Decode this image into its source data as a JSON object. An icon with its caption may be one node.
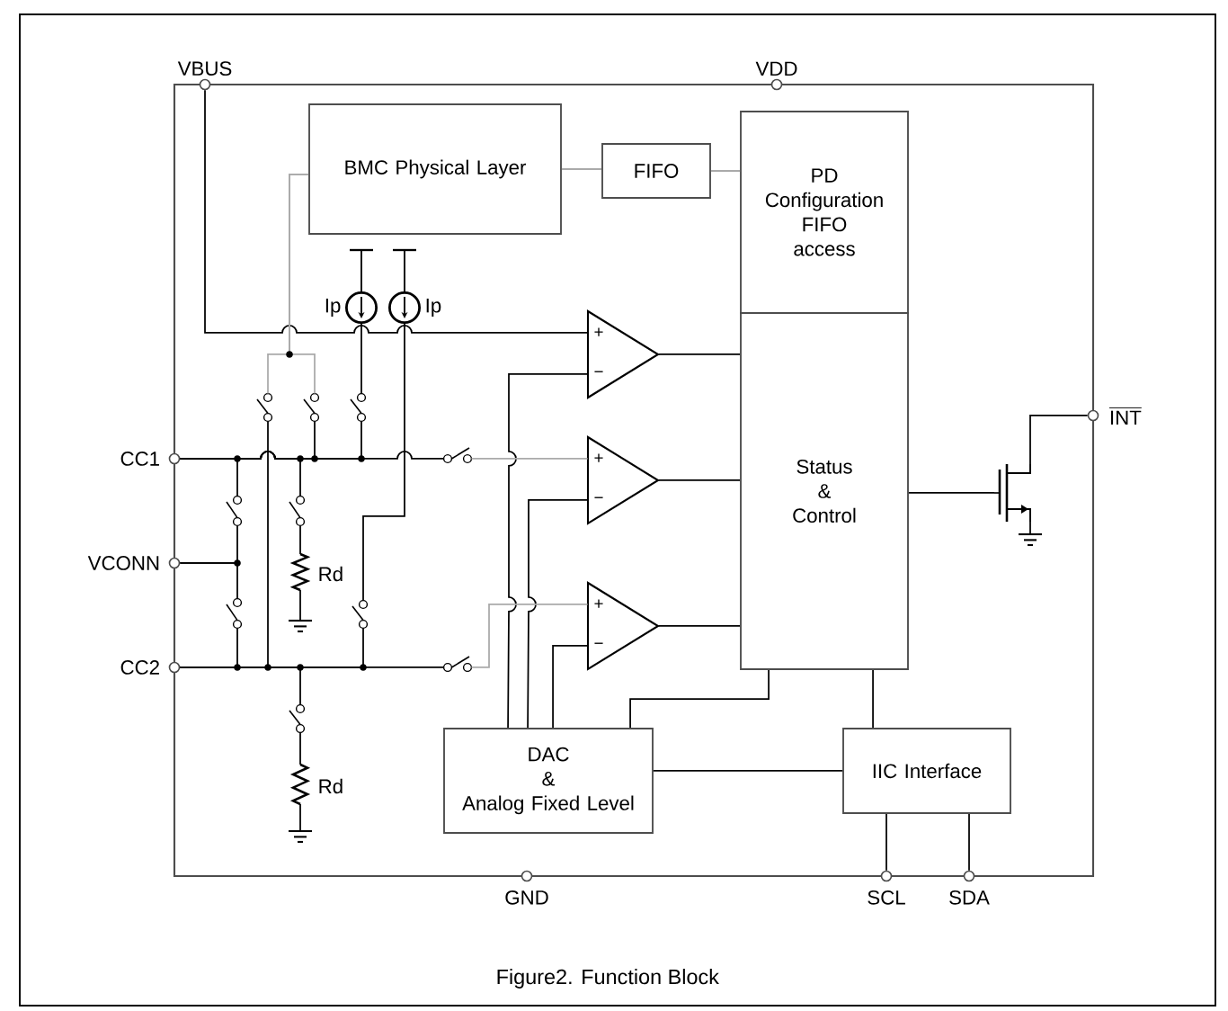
{
  "diagram": {
    "caption": "Figure2. Function Block",
    "nodes": [
      {
        "text": [
          "VBUS"
        ]
      },
      {
        "text": [
          "VDD"
        ]
      },
      {
        "text": [
          "BMC Physical Layer"
        ]
      },
      {
        "text": [
          "FIFO"
        ]
      },
      {
        "text": [
          "PD Configuration FIFO access"
        ]
      },
      {
        "text": [
          "+",
          "−"
        ]
      },
      {
        "text": [
          "Status & Control"
        ]
      },
      {
        "text": [
          "INT"
        ]
      },
      {
        "text": [],
        "shape": "transistor"
      },
      {
        "text": [
          "CC1"
        ]
      },
      {
        "text": [
          "+",
          "−"
        ]
      },
      {
        "text": [
          "VCONN"
        ]
      },
      {
        "text": [
          "CC2"
        ]
      },
      {
        "text": [
          "+",
          "−"
        ]
      },
      {
        "text": [
          "DAC & Analog Fixed Level"
        ]
      },
      {
        "text": [
          "IIC Interface"
        ]
      },
      {
        "text": [
          "GND"
        ]
      },
      {
        "text": [
          "SCL"
        ]
      },
      {
        "text": [
          "SDA"
        ]
      },
      {
        "text": [],
        "shape": "circle",
        "beside": [
          "Ip"
        ]
      },
      {
        "text": [],
        "shape": "circle",
        "beside": [
          "Ip"
        ]
      },
      {
        "text": [],
        "shape": "switch"
      },
      {
        "text": [],
        "shape": "switch"
      },
      {
        "text": [],
        "shape": "switch"
      },
      {
        "text": [],
        "shape": "switch"
      },
      {
        "text": [],
        "shape": "switch"
      },
      {
        "text": [],
        "shape": "switch"
      },
      {
        "text": [],
        "shape": "resistor",
        "beside": [
          "Rd"
        ]
      },
      {
        "text": [],
        "shape": "ground"
      },
      {
        "text": [],
        "shape": "switch"
      },
      {
        "text": [],
        "shape": "switch"
      },
      {
        "text": [],
        "shape": "switch"
      },
      {
        "text": [],
        "shape": "switch"
      },
      {
        "text": [],
        "shape": "resistor",
        "beside": [
          "Rd"
        ]
      },
      {
        "text": [],
        "shape": "ground"
      },
      {
        "text": [],
        "shape": "ground"
      }
    ],
    "edges": [
      {
        "from": 2,
        "to": 3,
        "arrow": "none",
        "color": "#aaaaaa"
      },
      {
        "from": 3,
        "to": 4,
        "arrow": "none",
        "color": "#aaaaaa"
      },
      {
        "from": 0,
        "to": 5,
        "arrow": "none"
      },
      {
        "from": 9,
        "to": 24,
        "arrow": "none"
      },
      {
        "from": 12,
        "to": 31,
        "arrow": "none"
      },
      {
        "from": 5,
        "to": 6,
        "arrow": "none"
      },
      {
        "from": 10,
        "to": 6,
        "arrow": "none"
      },
      {
        "from": 13,
        "to": 6,
        "arrow": "none"
      },
      {
        "from": 14,
        "to": 5,
        "arrow": "none"
      },
      {
        "from": 14,
        "to": 10,
        "arrow": "none",
        "color": "#000000"
      },
      {
        "from": 14,
        "to": 13,
        "arrow": "none",
        "color": "#000000"
      },
      {
        "from": 14,
        "to": 6,
        "arrow": "none"
      },
      {
        "from": 6,
        "to": 15,
        "arrow": "none"
      },
      {
        "from": 14,
        "to": 15,
        "arrow": "none"
      },
      {
        "from": 15,
        "to": 17,
        "arrow": "none"
      },
      {
        "from": 15,
        "to": 18,
        "arrow": "none"
      },
      {
        "from": 6,
        "to": 8,
        "arrow": "none",
        "color": "#000000"
      },
      {
        "from": 8,
        "to": 7,
        "arrow": "none"
      },
      {
        "from": 24,
        "to": 10,
        "arrow": "none",
        "color": "#aaaaaa"
      },
      {
        "from": 31,
        "to": 13,
        "arrow": "none",
        "color": "#aaaaaa"
      },
      {
        "from": 2,
        "to": 21,
        "arrow": "none",
        "color": "#aaaaaa"
      },
      {
        "from": 2,
        "to": 22,
        "arrow": "none",
        "color": "#aaaaaa"
      },
      {
        "from": 12,
        "to": 21,
        "arrow": "none"
      },
      {
        "from": 9,
        "to": 22,
        "arrow": "none"
      },
      {
        "from": 9,
        "to": 23,
        "arrow": "none"
      },
      {
        "from": 9,
        "to": 25,
        "arrow": "none"
      },
      {
        "from": 9,
        "to": 26,
        "arrow": "none"
      },
      {
        "from": 12,
        "to": 29,
        "arrow": "none"
      },
      {
        "from": 12,
        "to": 30,
        "arrow": "none"
      },
      {
        "from": 12,
        "to": 32,
        "arrow": "none"
      },
      {
        "from": 11,
        "to": 25,
        "arrow": "none"
      },
      {
        "from": 11,
        "to": 29,
        "arrow": "none"
      },
      {
        "from": 19,
        "to": 23,
        "arrow": "none"
      },
      {
        "from": 20,
        "to": 30,
        "arrow": "none"
      },
      {
        "from": 26,
        "to": 27,
        "arrow": "none"
      },
      {
        "from": 27,
        "to": 28,
        "arrow": "none"
      },
      {
        "from": 32,
        "to": 33,
        "arrow": "none"
      },
      {
        "from": 33,
        "to": 34,
        "arrow": "none"
      },
      {
        "from": 8,
        "to": 35,
        "arrow": "none"
      }
    ]
  }
}
